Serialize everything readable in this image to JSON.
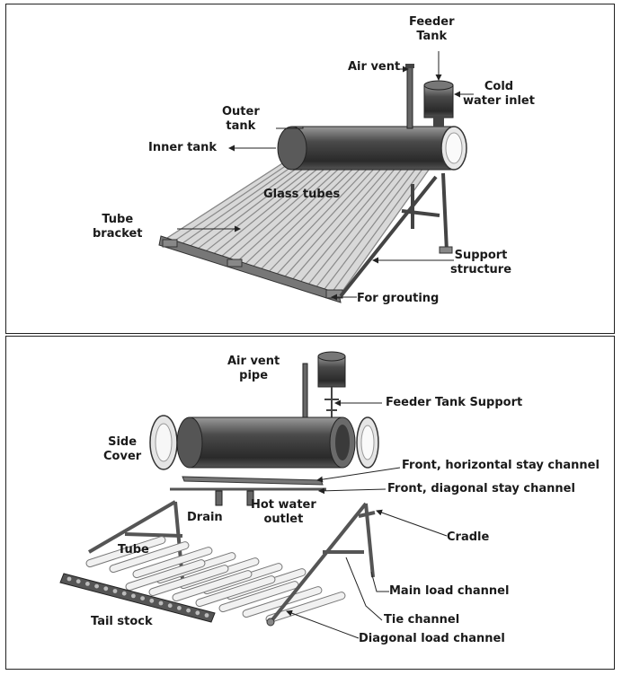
{
  "top": {
    "feeder_tank": [
      "Feeder",
      "Tank"
    ],
    "air_vent": "Air vent",
    "cold_water_inlet": [
      "Cold",
      "water inlet"
    ],
    "outer_tank": [
      "Outer",
      "tank"
    ],
    "inner_tank": "Inner tank",
    "glass_tubes": "Glass tubes",
    "tube_bracket": [
      "Tube",
      "bracket"
    ],
    "support_structure": [
      "Support",
      "structure"
    ],
    "for_grouting": "For grouting"
  },
  "bottom": {
    "air_vent_pipe": [
      "Air vent",
      "pipe"
    ],
    "feeder_tank_support": "Feeder Tank Support",
    "side_cover": [
      "Side",
      "Cover"
    ],
    "front_horizontal": "Front, horizontal stay channel",
    "front_diagonal": "Front, diagonal stay channel",
    "drain": "Drain",
    "hot_water_outlet": [
      "Hot water",
      "outlet"
    ],
    "cradle": "Cradle",
    "tube": "Tube",
    "tail_stock": "Tail stock",
    "main_load_channel": "Main load channel",
    "tie_channel": "Tie channel",
    "diagonal_load_channel": "Diagonal load channel"
  }
}
